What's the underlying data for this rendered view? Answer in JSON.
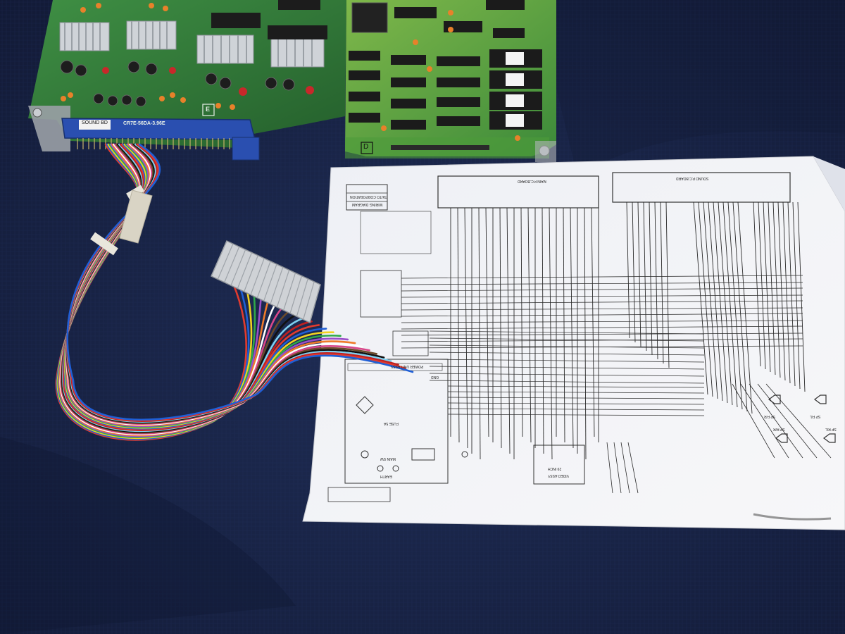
{
  "board": {
    "connector_label": "SOUND BD",
    "connector_part": "CR7E-56DA-3.96E",
    "silk_e": "E",
    "silk_d": "D"
  },
  "diagram": {
    "header_company": "TAITO CORPORATION",
    "header_title": "WIRING DIAGRAM",
    "main_board": "MAIN P.C.BOARD",
    "sound_board": "SOUND P.C.BOARD",
    "power_unit": "POWER UNIT ASSY",
    "video_assy": "VIDEO ASSY",
    "video_inch": "29 INCH",
    "earth": "EARTH",
    "main_sw": "MAIN SW",
    "fuse": "FUSE 5A",
    "gnd": "GND",
    "speaker_fl": "SP F/L",
    "speaker_fr": "SP F/R",
    "speaker_rl": "SP R/L",
    "speaker_rr": "SP R/R"
  },
  "colors": {
    "cloth": "#1a2647",
    "pcb": "#2f7a3a",
    "paper": "#f3f4f6",
    "ink": "#2a2a2a",
    "connector": "#2a4fb0"
  },
  "wires": [
    "#e23b2e",
    "#1f5fd6",
    "#f2d21f",
    "#2fa84a",
    "#9b4fc9",
    "#f07a2a",
    "#ffffff",
    "#d9478a",
    "#6b4a2a",
    "#111111",
    "#7fd0f0",
    "#c02020"
  ]
}
